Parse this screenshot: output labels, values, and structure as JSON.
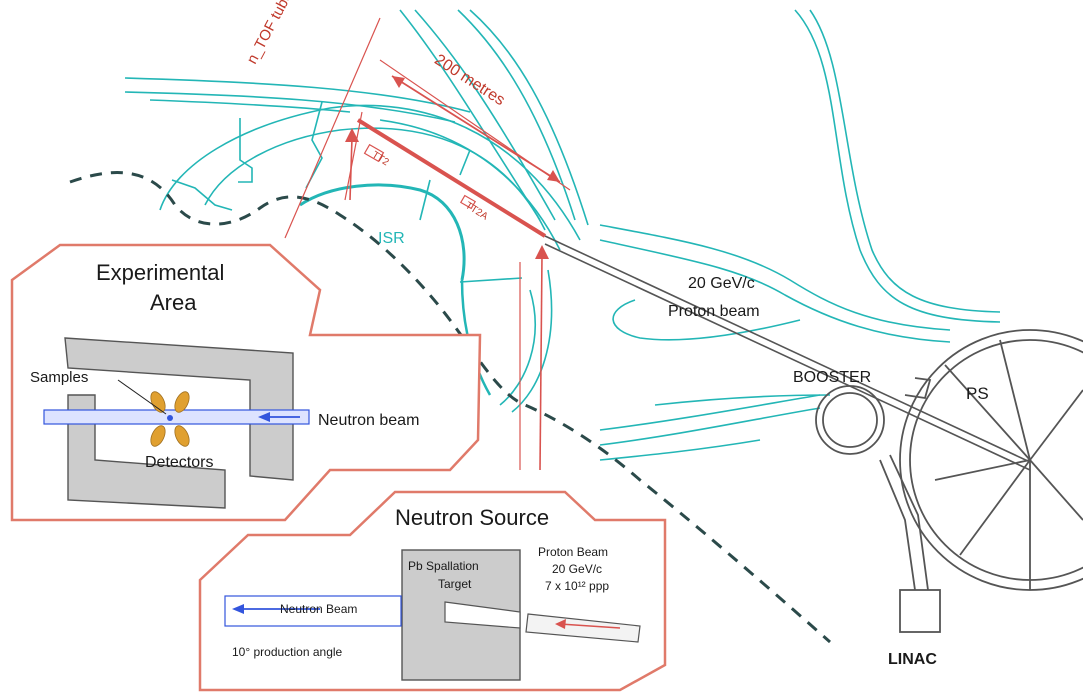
{
  "labels": {
    "ntof_tube": "n_TOF tube",
    "distance": "200 metres",
    "isr": "ISR",
    "proton_beam_line1": "20 GeV/c",
    "proton_beam_line2": "Proton beam",
    "booster": "BOOSTER",
    "ps": "PS",
    "linac": "LINAC",
    "tunnel_tag_1": "TT2",
    "tunnel_tag_2": "TT2A"
  },
  "experimental_area": {
    "title_line1": "Experimental",
    "title_line2": "Area",
    "samples": "Samples",
    "detectors": "Detectors",
    "neutron_beam": "Neutron beam"
  },
  "neutron_source": {
    "title": "Neutron Source",
    "target_line1": "Pb Spallation",
    "target_line2": "Target",
    "proton_line1": "Proton Beam",
    "proton_line2": "20 GeV/c",
    "proton_line3": "7 x 10¹² ppp",
    "neutron_beam": "Neutron Beam",
    "production_angle": "10° production angle"
  },
  "colors": {
    "cyan": "#23b6b6",
    "red": "#d9534f",
    "dark_red": "#c0392b",
    "gray": "#555555",
    "dark": "#2b4a4a",
    "blue": "#3355dd",
    "panel_border": "#e07a6a",
    "block_gray": "#cccccc",
    "orange": "#e0a030"
  }
}
